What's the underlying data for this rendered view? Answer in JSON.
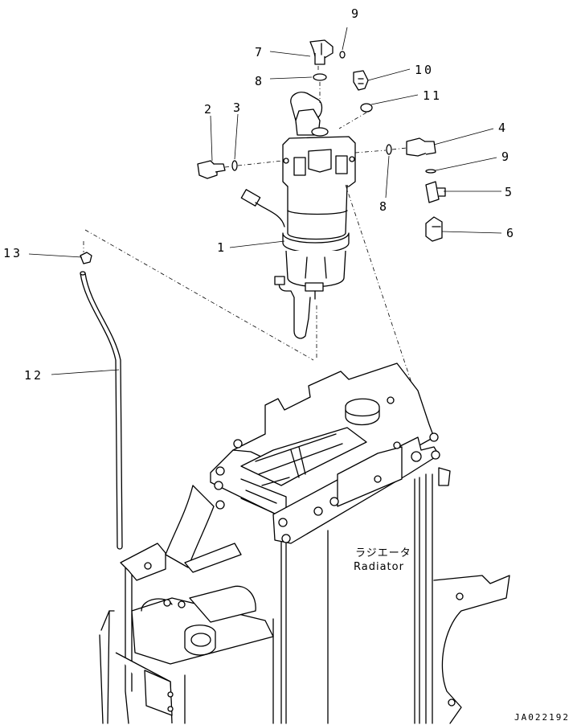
{
  "diagram": {
    "callouts": [
      {
        "id": "c1",
        "text": "1"
      },
      {
        "id": "c2",
        "text": "2"
      },
      {
        "id": "c3",
        "text": "3"
      },
      {
        "id": "c4",
        "text": "4"
      },
      {
        "id": "c5",
        "text": "5"
      },
      {
        "id": "c6",
        "text": "6"
      },
      {
        "id": "c7",
        "text": "7"
      },
      {
        "id": "c8a",
        "text": "8"
      },
      {
        "id": "c8b",
        "text": "8"
      },
      {
        "id": "c9a",
        "text": "9"
      },
      {
        "id": "c9b",
        "text": "9"
      },
      {
        "id": "c10",
        "text": "10"
      },
      {
        "id": "c11",
        "text": "11"
      },
      {
        "id": "c12",
        "text": "12"
      },
      {
        "id": "c13",
        "text": "13"
      }
    ],
    "radiator_label_jp": "ラジエータ",
    "radiator_label_en": "Radiator",
    "drawing_code": "JA022192"
  }
}
